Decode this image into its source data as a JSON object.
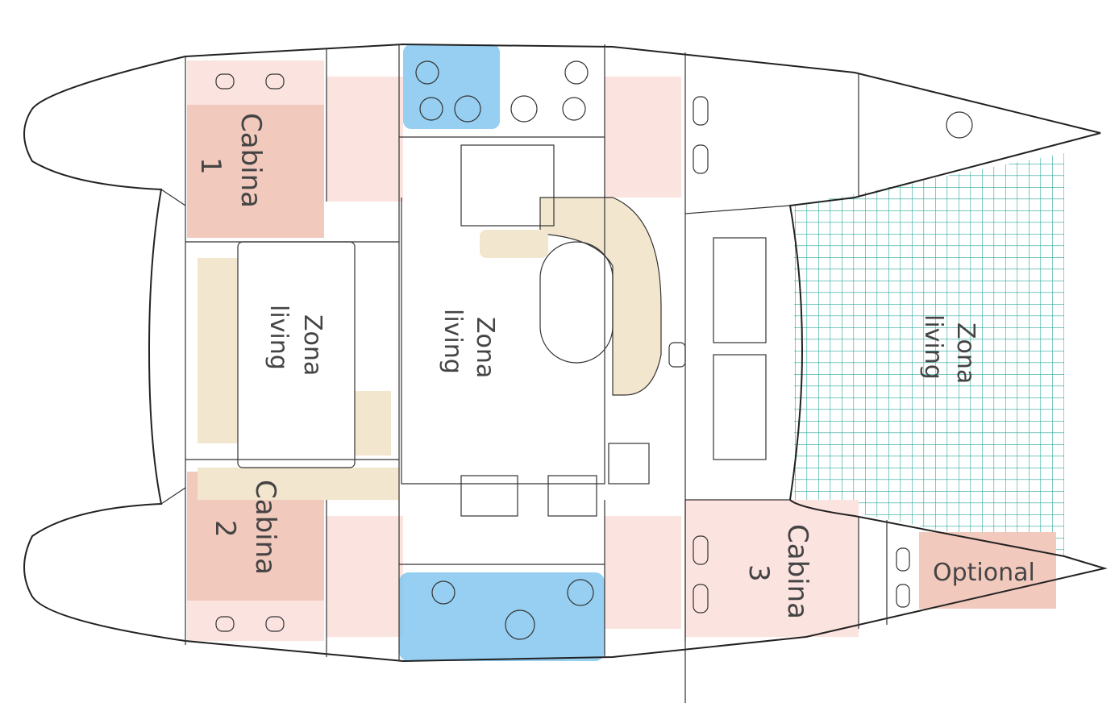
{
  "labels": {
    "cabin1": [
      "Cabina",
      "1"
    ],
    "cabin2": [
      "Cabina",
      "2"
    ],
    "cabin3": [
      "Cabina",
      "3"
    ],
    "living_left": [
      "Zona",
      "living"
    ],
    "living_center": [
      "Zona",
      "living"
    ],
    "living_deck": [
      "Zona",
      "living"
    ],
    "optional": "Optional"
  },
  "colors": {
    "cabin": "#f2c9bd",
    "cabin_light": "#fbe3e0",
    "bathroom": "#7cc3ee",
    "seating": "#f3e6cf",
    "net_grid": "#2aa79b",
    "outline": "#222222"
  }
}
